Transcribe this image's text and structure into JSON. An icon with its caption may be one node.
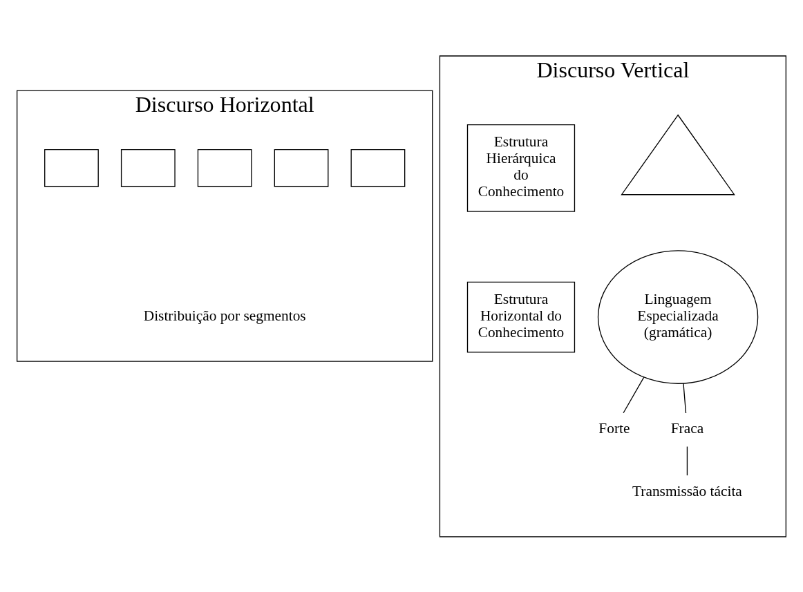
{
  "diagram": {
    "nodes": [
      {
        "text": [
          "Discurso Horizontal"
        ]
      },
      {
        "text": [],
        "shape": "box",
        "in": 0
      },
      {
        "text": [],
        "shape": "box",
        "in": 0
      },
      {
        "text": [],
        "shape": "box",
        "in": 0
      },
      {
        "text": [],
        "shape": "box",
        "in": 0
      },
      {
        "text": [],
        "shape": "box",
        "in": 0
      },
      {
        "text": [
          "Discurso Vertical"
        ]
      },
      {
        "text": [],
        "shape": "triangle",
        "in": 6
      },
      {
        "text": [
          "Estrutura Hierárquica do Conhecimento"
        ],
        "in": 6
      },
      {
        "text": [
          "Linguagem Especializada (gramática)"
        ],
        "in": 6
      },
      {
        "text": [
          "Estrutura Horizontal do Conhecimento"
        ],
        "in": 6
      },
      {
        "text": [
          "Forte"
        ],
        "in": 6
      },
      {
        "text": [
          "Fraca"
        ],
        "in": 6
      },
      {
        "text": [
          "Transmissão tácita"
        ],
        "in": 6
      }
    ],
    "edges": [
      {
        "from": 9,
        "to": 11,
        "arrow": "none"
      },
      {
        "from": 9,
        "to": 12,
        "arrow": "none"
      },
      {
        "from": 12,
        "to": 13,
        "arrow": "none"
      }
    ],
    "labels": [
      "Distribuição por segmentos"
    ]
  }
}
